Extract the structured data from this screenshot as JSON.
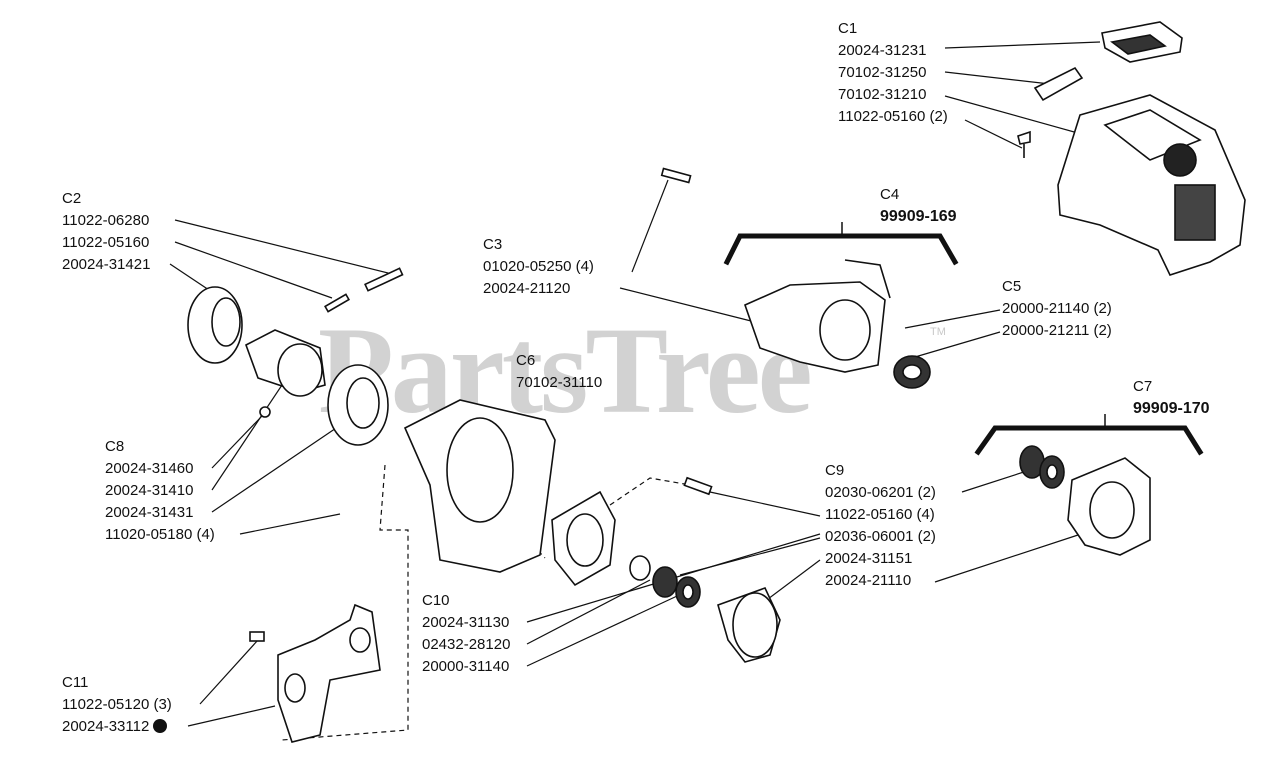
{
  "watermark": "PartsTree",
  "trademark": "TM",
  "groups": {
    "c1": {
      "code": "C1",
      "parts": [
        "20024-31231",
        "70102-31250",
        "70102-31210",
        "11022-05160 (2)"
      ]
    },
    "c2": {
      "code": "C2",
      "parts": [
        "11022-06280",
        "11022-05160",
        "20024-31421"
      ]
    },
    "c3": {
      "code": "C3",
      "parts": [
        "01020-05250 (4)",
        "20024-21120"
      ]
    },
    "c4": {
      "code": "C4",
      "kit": "99909-169"
    },
    "c5": {
      "code": "C5",
      "parts": [
        "20000-21140 (2)",
        "20000-21211 (2)"
      ]
    },
    "c6": {
      "code": "C6",
      "parts": [
        "70102-31110"
      ]
    },
    "c7": {
      "code": "C7",
      "kit": "99909-170"
    },
    "c8": {
      "code": "C8",
      "parts": [
        "20024-31460",
        "20024-31410",
        "20024-31431",
        "11020-05180 (4)"
      ]
    },
    "c9": {
      "code": "C9",
      "parts": [
        "02030-06201 (2)",
        "11022-05160 (4)",
        "02036-06001 (2)",
        "20024-31151",
        "20024-21110"
      ]
    },
    "c10": {
      "code": "C10",
      "parts": [
        "20024-31130",
        "02432-28120",
        "20000-31140"
      ]
    },
    "c11": {
      "code": "C11",
      "parts": [
        "11022-05120 (3)",
        "20024-33112"
      ]
    }
  }
}
